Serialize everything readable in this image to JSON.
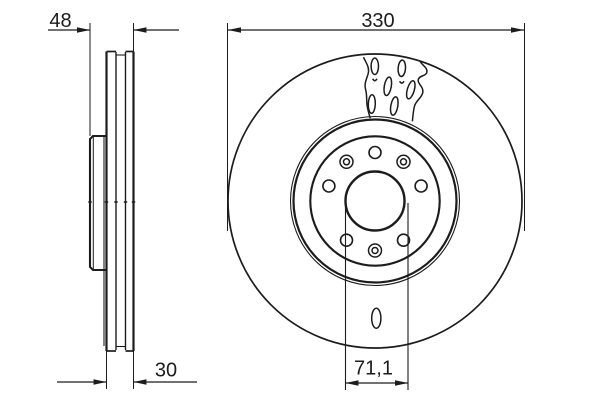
{
  "page": {
    "background": "#ffffff",
    "line_color": "#1c1c1c"
  },
  "side_view": {
    "dims": {
      "total_width": "48",
      "friction_ring_thickness": "30"
    }
  },
  "front_view": {
    "dims": {
      "outer_diameter": "330",
      "hub_dimension": "71,1"
    },
    "bolt_holes_visible": 5,
    "ringed_screw_holes_visible": 3,
    "vent_slots_in_breakout": 6,
    "vent_slot_bottom": 1
  }
}
